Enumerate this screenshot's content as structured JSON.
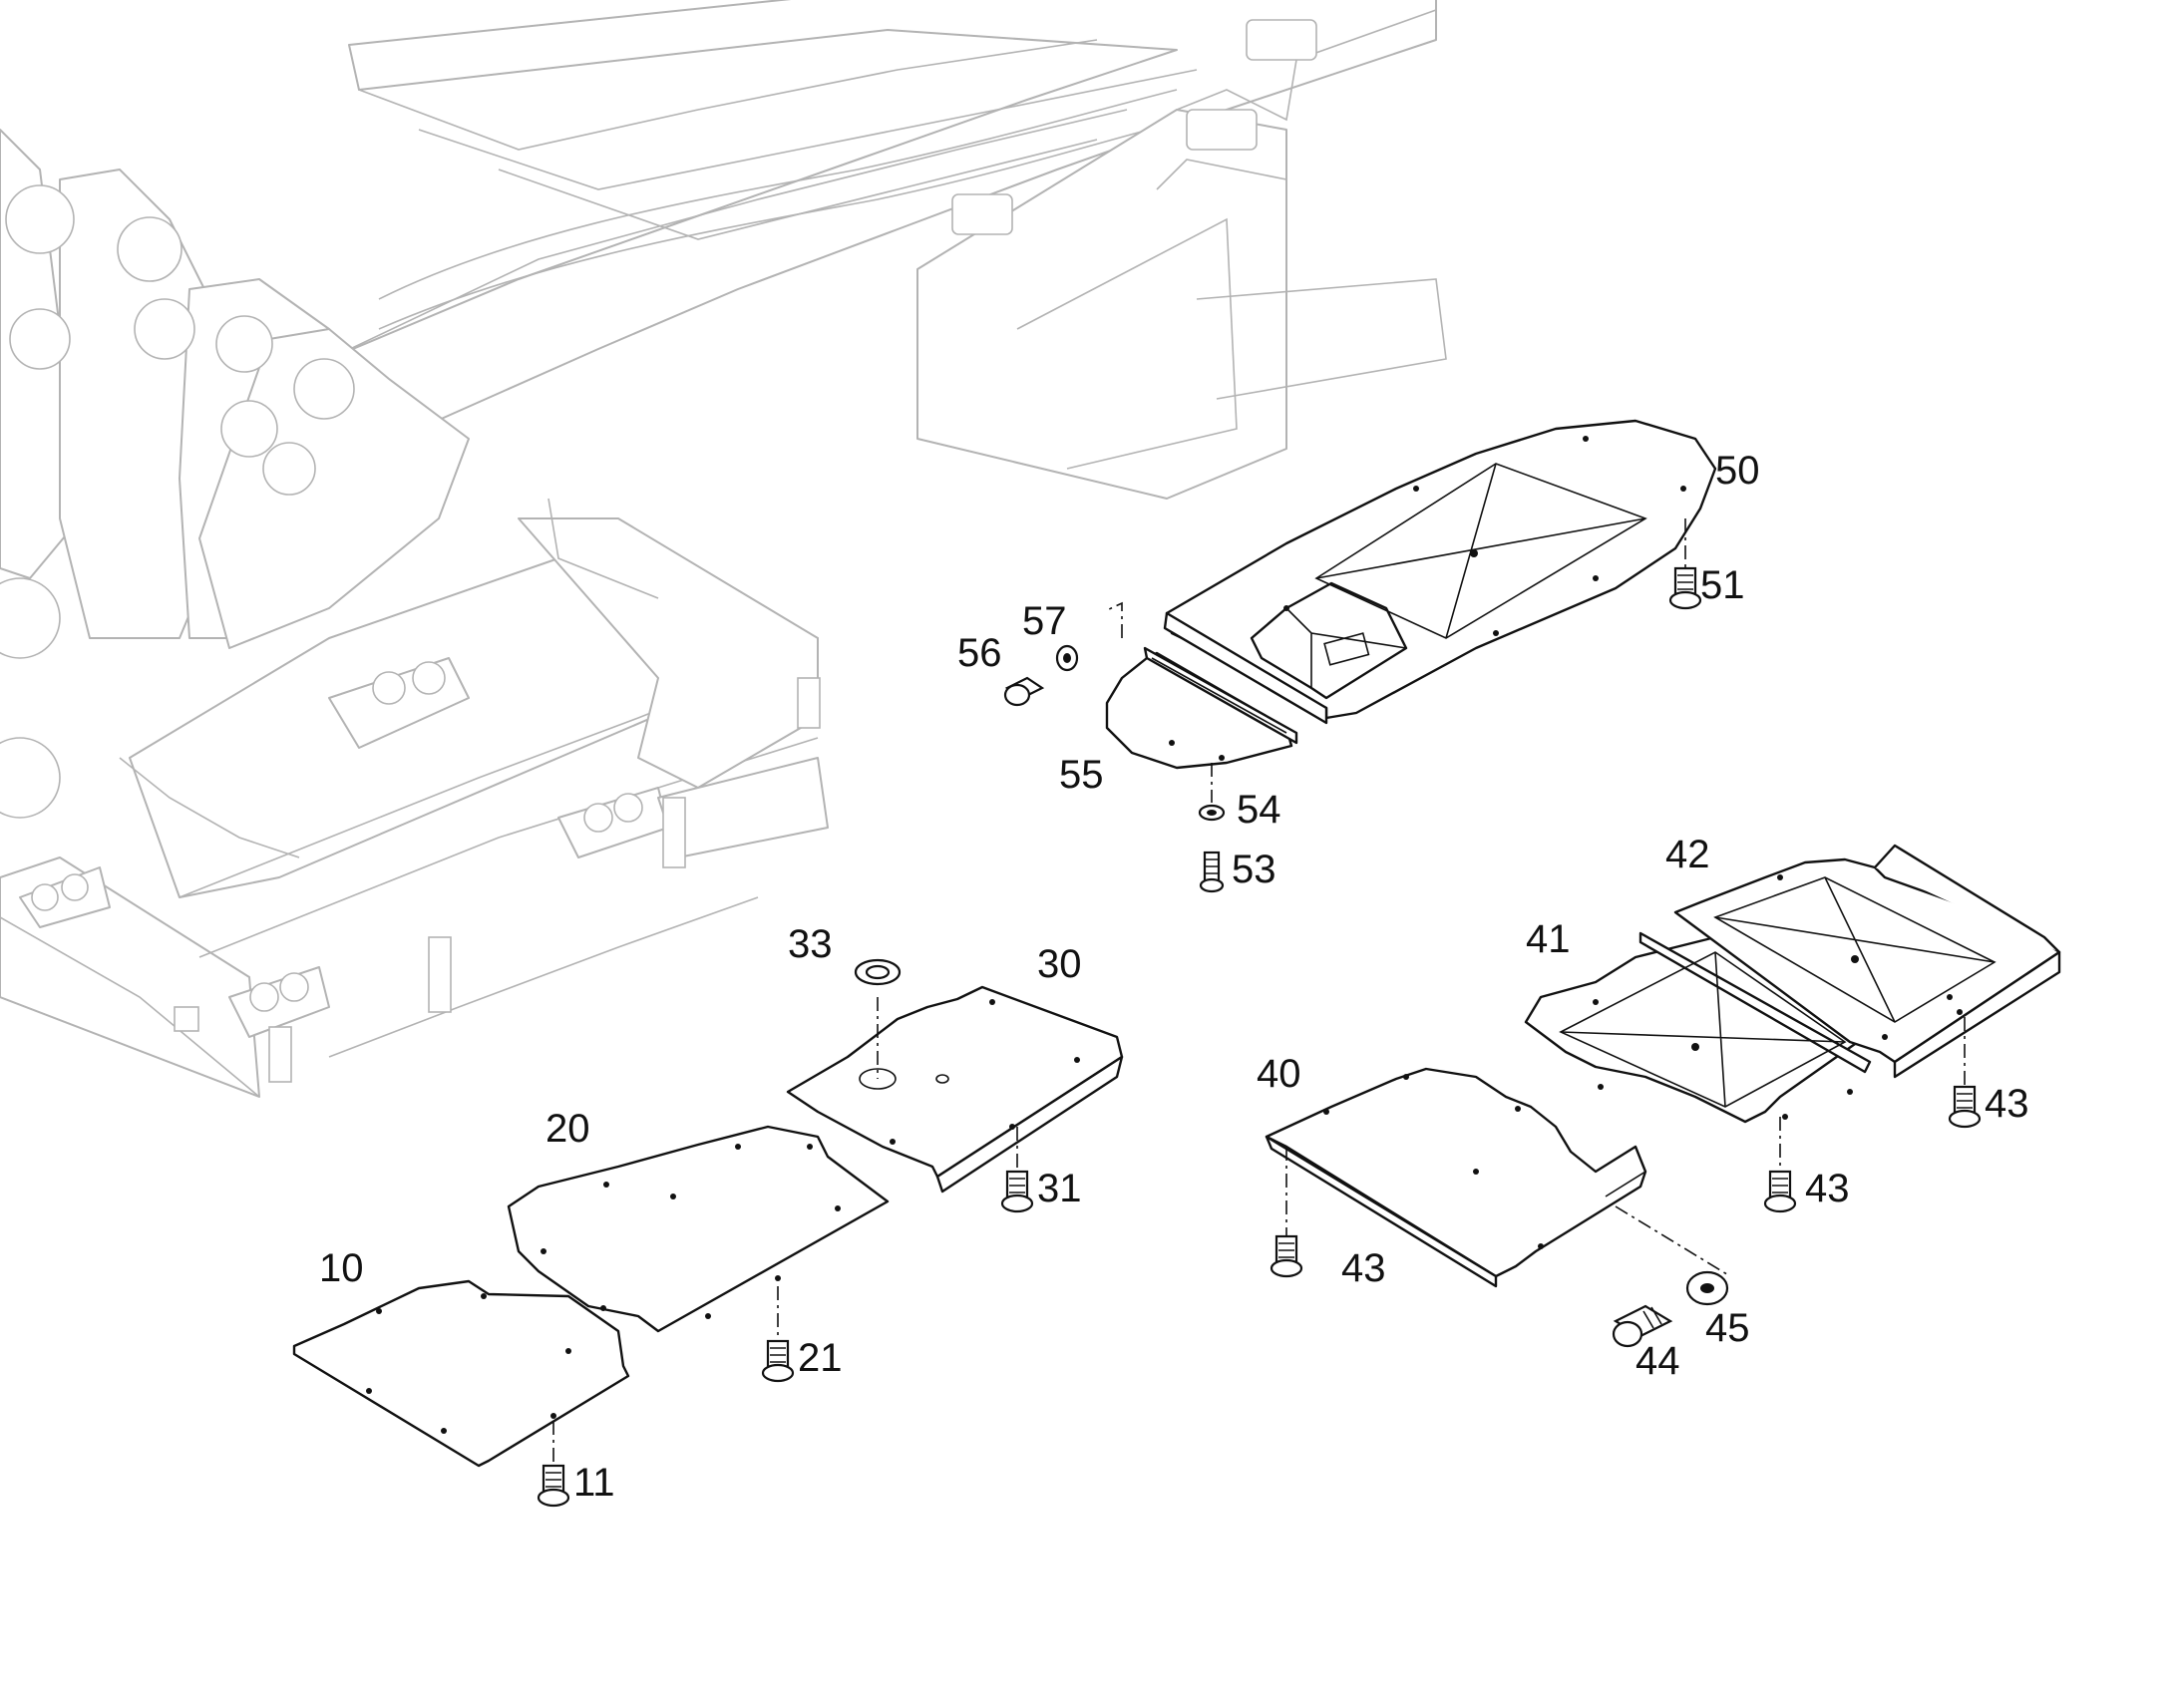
{
  "diagram": {
    "callouts": {
      "c10": "10",
      "c11": "11",
      "c20": "20",
      "c21": "21",
      "c30": "30",
      "c31": "31",
      "c33": "33",
      "c40": "40",
      "c41": "41",
      "c42": "42",
      "c43a": "43",
      "c43b": "43",
      "c43c": "43",
      "c44": "44",
      "c45": "45",
      "c50": "50",
      "c51": "51",
      "c53": "53",
      "c54": "54",
      "c55": "55",
      "c56": "56",
      "c57": "57"
    }
  }
}
